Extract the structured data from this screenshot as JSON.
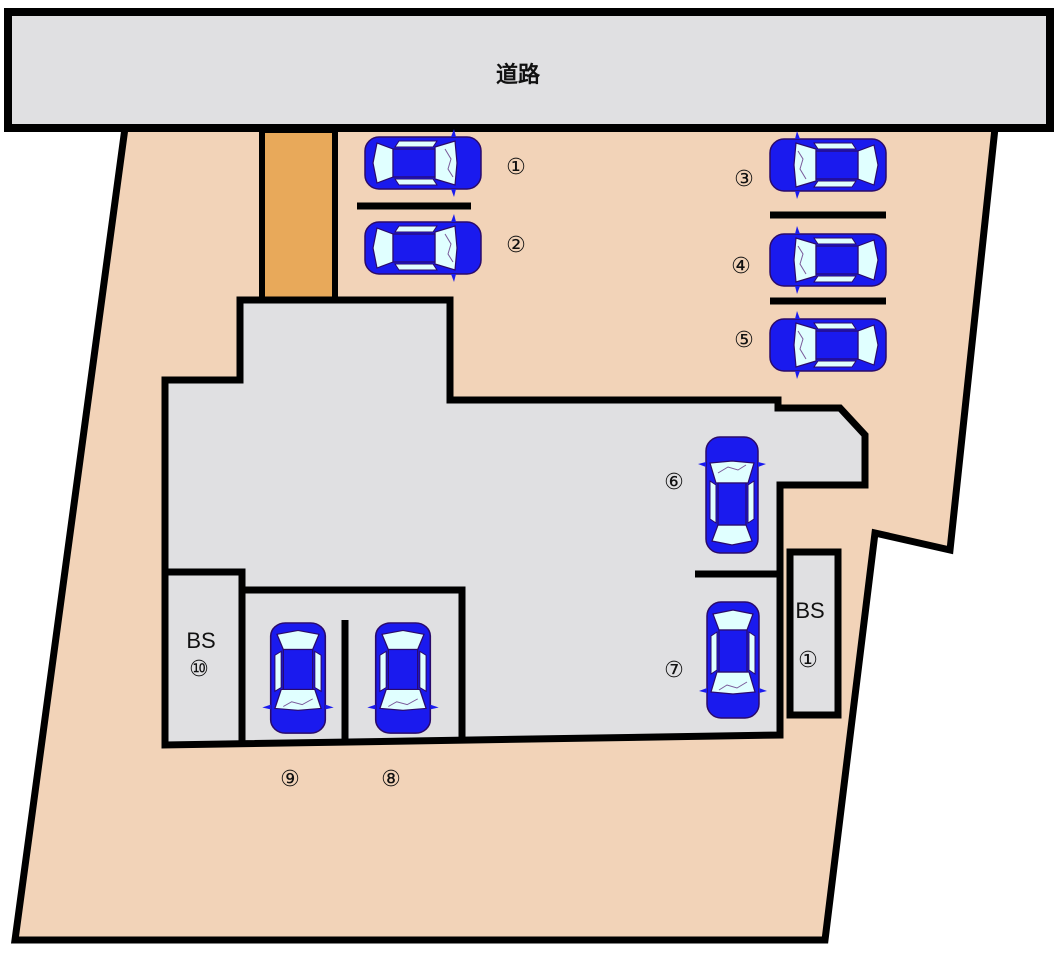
{
  "road": {
    "label": "道路"
  },
  "colors": {
    "lot": "#f2d3b8",
    "road": "#e0e0e2",
    "walkway": "#e8a95a",
    "car_body": "#1a1aee",
    "car_glass": "#e0ffff",
    "outline": "#000000"
  },
  "spaces": [
    {
      "id": "1",
      "label": "①"
    },
    {
      "id": "2",
      "label": "②"
    },
    {
      "id": "3",
      "label": "③"
    },
    {
      "id": "4",
      "label": "④"
    },
    {
      "id": "5",
      "label": "⑤"
    },
    {
      "id": "6",
      "label": "⑥"
    },
    {
      "id": "7",
      "label": "⑦"
    },
    {
      "id": "8",
      "label": "⑧"
    },
    {
      "id": "9",
      "label": "⑨"
    }
  ],
  "bike_spaces": [
    {
      "label": "BS",
      "number": "⑩"
    },
    {
      "label": "BS",
      "number": "①"
    }
  ]
}
